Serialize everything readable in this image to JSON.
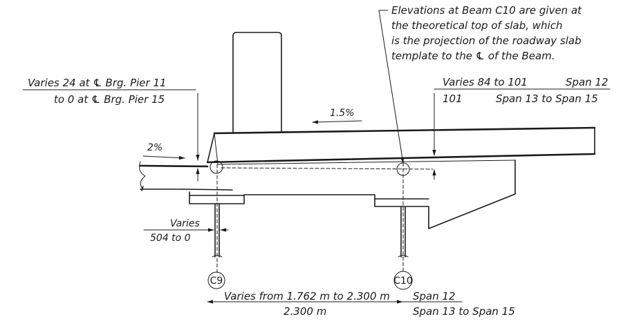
{
  "notes": {
    "elevation_note": [
      "Elevations at Beam C10 are given at",
      "the theoretical top of slab, which",
      "is the projection of the roadway slab",
      "template to the ℄ of the Beam."
    ],
    "left_varies": {
      "line1": "Varies 24 at ℄ Brg. Pier 11",
      "line2": "to 0 at ℄ Brg. Pier 15"
    },
    "right_varies": {
      "line1_a": "Varies 84 to 101",
      "line1_b": "Span 12",
      "line2_a": "101",
      "line2_b": "Span 13 to Span 15"
    },
    "slope_top": "1.5%",
    "slope_left": "2%",
    "bearing_varies": {
      "line1": "Varies",
      "line2": "504 to 0"
    },
    "bottom_dim": {
      "line1_a": "Varies from 1.762 m to 2.300 m",
      "line1_b": "Span 12",
      "line2_a": "2.300 m",
      "line2_b": "Span 13 to Span 15"
    }
  },
  "beams": {
    "c9": "C9",
    "c10": "C10"
  }
}
